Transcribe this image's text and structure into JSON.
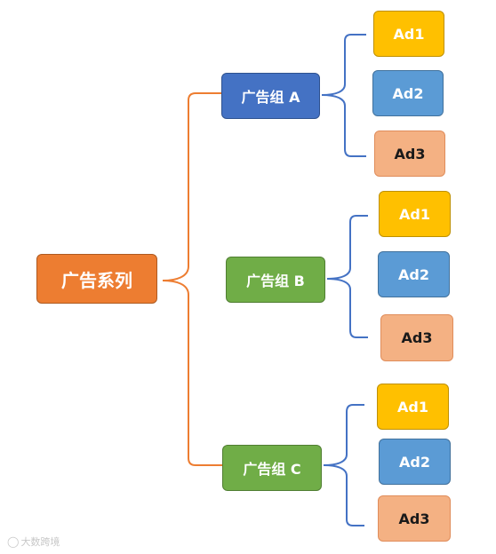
{
  "root": {
    "label": "广告系列",
    "color": "#ED7D31"
  },
  "groups": [
    {
      "label": "广告组 A",
      "color": "#4472C4",
      "ads": [
        "Ad1",
        "Ad2",
        "Ad3"
      ]
    },
    {
      "label": "广告组 B",
      "color": "#70AD47",
      "ads": [
        "Ad1",
        "Ad2",
        "Ad3"
      ]
    },
    {
      "label": "广告组 C",
      "color": "#70AD47",
      "ads": [
        "Ad1",
        "Ad2",
        "Ad3"
      ]
    }
  ],
  "ad_colors": [
    "#FFC000",
    "#5B9BD5",
    "#F4B183"
  ],
  "connector_colors": {
    "root_to_groups": "#ED7D31",
    "group_to_ads": "#4472C4"
  },
  "watermark": {
    "icon": "weibo-icon",
    "text": "大数跨境"
  }
}
